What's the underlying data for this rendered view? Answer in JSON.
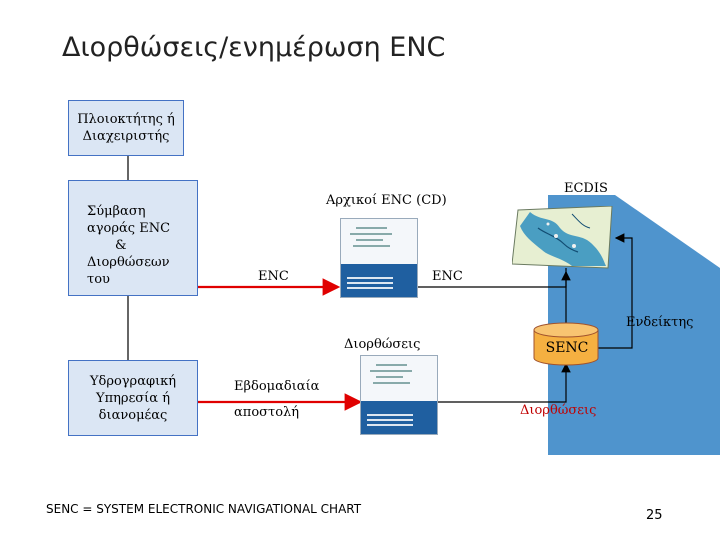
{
  "slide": {
    "title": "Διορθώσεις/ενημέρωση ENC",
    "page_number": "25",
    "footer_note": "SENC = SYSTEM ELECTRONIC NAVIGATIONAL CHART"
  },
  "nodes": {
    "owner_line1": "Πλοιοκτήτης ή",
    "owner_line2": "Διαχειριστής",
    "contract_line1": "Σύμβαση",
    "contract_line2": "αγοράς ENC",
    "contract_line3": "&",
    "contract_line4": "Διορθώσεων",
    "contract_line5": "του",
    "hydro_line1": "Υδρογραφική",
    "hydro_line2": "Υπηρεσία ή",
    "hydro_line3": "διανομέας",
    "ecdis": "ECDIS",
    "senc": "SENC"
  },
  "labels": {
    "initial_enc": "Αρχικοί ENC (CD)",
    "enc_left": "ENC",
    "enc_right": "ENC",
    "corrections_top": "Διορθώσεις",
    "weekly": "Εβδομαδιαία",
    "dispatch": "αποστολή",
    "indication": "Ενδείκτης",
    "corrections_red": "Διορθώσεις"
  },
  "colors": {
    "arrow_red": "#e00000",
    "box_fill": "#dbe6f4",
    "box_border": "#4472c4",
    "blue_panel": "#4f94cd",
    "senc_fill": "#f5b041"
  }
}
